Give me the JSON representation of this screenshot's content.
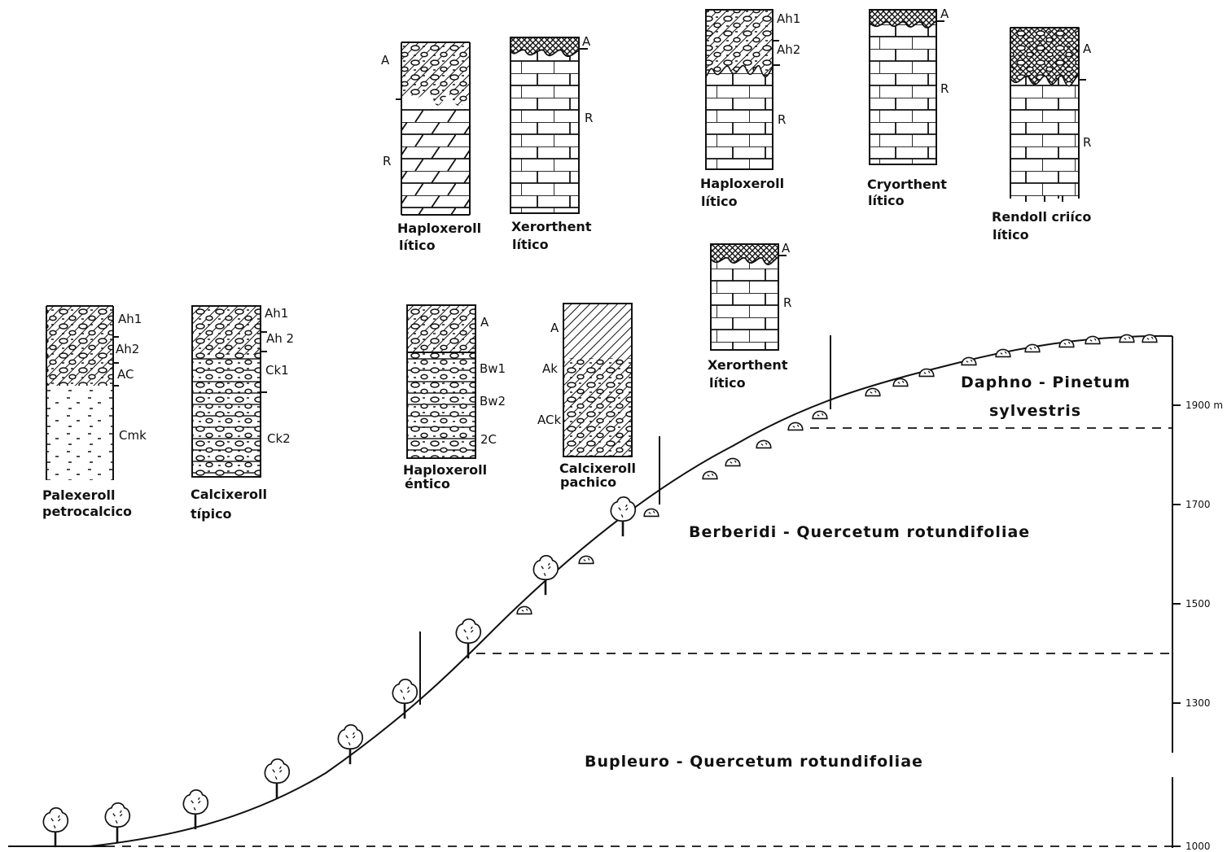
{
  "profiles": [
    {
      "id": "palexeroll",
      "name_line1": "Palexeroll",
      "name_line2": "petrocalcico",
      "horizons": [
        "Ah1",
        "Ah2",
        "AC",
        "Cmk"
      ]
    },
    {
      "id": "calcixeroll-tipico",
      "name_line1": "Calcixeroll",
      "name_line2": "típico",
      "horizons": [
        "Ah1",
        "Ah 2",
        "Ck1",
        "Ck2"
      ]
    },
    {
      "id": "haploxeroll-litico-1",
      "name_line1": "Haploxeroll",
      "name_line2": "lítico",
      "horizons": [
        "A",
        "R"
      ]
    },
    {
      "id": "xerorthent-litico-1",
      "name_line1": "Xerorthent",
      "name_line2": "lítico",
      "horizons": [
        "A",
        "R"
      ]
    },
    {
      "id": "haploxeroll-entico",
      "name_line1": "Haploxeroll",
      "name_line2": "éntico",
      "horizons": [
        "A",
        "Bw1",
        "Bw2",
        "2C"
      ]
    },
    {
      "id": "calcixeroll-pachico",
      "name_line1": "Calcixeroll",
      "name_line2": "pachico",
      "horizons": [
        "A",
        "Ak",
        "ACk"
      ]
    },
    {
      "id": "haploxeroll-litico-2",
      "name_line1": "Haploxeroll",
      "name_line2": "lítico",
      "horizons": [
        "Ah1",
        "Ah2",
        "R"
      ]
    },
    {
      "id": "xerorthent-litico-2",
      "name_line1": "Xerorthent",
      "name_line2": "lítico",
      "horizons": [
        "A",
        "R"
      ]
    },
    {
      "id": "cryorthent-litico",
      "name_line1": "Cryorthent",
      "name_line2": "lítico",
      "horizons": [
        "A",
        "R"
      ]
    },
    {
      "id": "rendoll-critico",
      "name_line1": "Rendoll criíco",
      "name_line2": "lítico",
      "horizons": [
        "A",
        "R"
      ]
    }
  ],
  "vegetation_zones": [
    {
      "id": "daphno",
      "line1": "Daphno - Pinetum",
      "line2": "sylvestris"
    },
    {
      "id": "berberidi",
      "line1": "Berberidi - Quercetum rotundifoliae"
    },
    {
      "id": "bupleuro",
      "line1": "Bupleuro - Quercetum rotundifoliae"
    }
  ],
  "altitude_scale": {
    "labels": [
      "1900 m",
      "1700",
      "1500",
      "1300",
      "1000"
    ]
  },
  "vegetation_boundaries_m": [
    1400,
    1860
  ]
}
